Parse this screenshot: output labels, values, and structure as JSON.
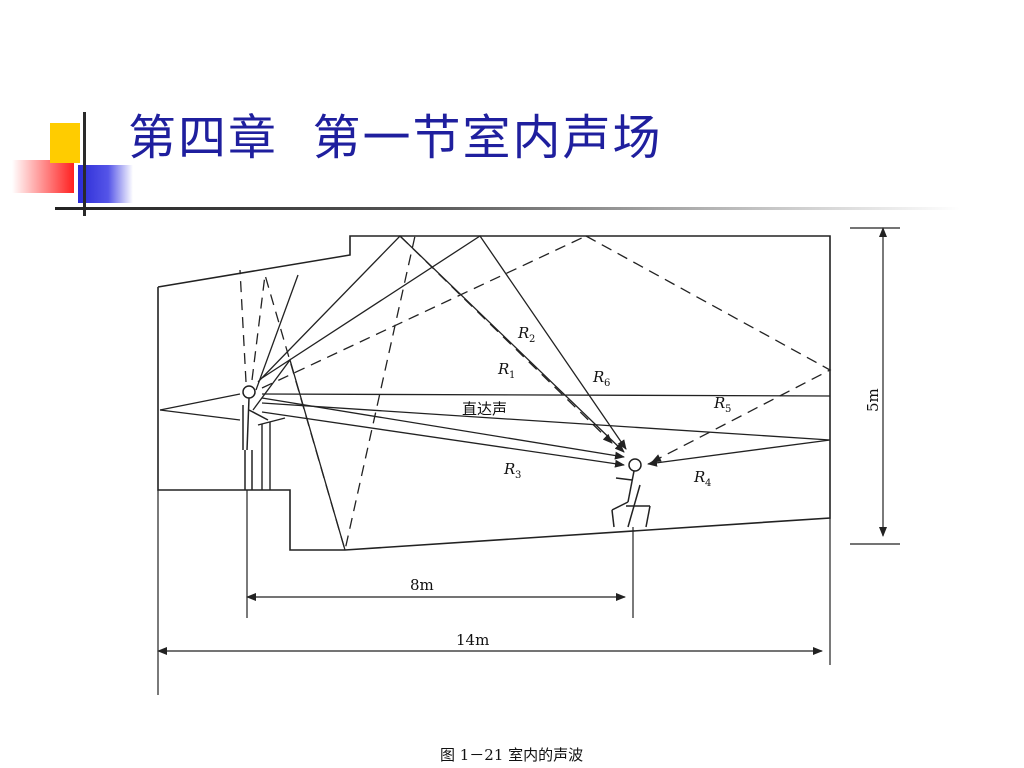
{
  "slide": {
    "title": "第四章  第一节室内声场"
  },
  "diagram": {
    "labels": {
      "direct": "直达声",
      "r1": "R",
      "r1_sub": "1",
      "r2": "R",
      "r2_sub": "2",
      "r3": "R",
      "r3_sub": "3",
      "r4": "R",
      "r4_sub": "4",
      "r5": "R",
      "r5_sub": "5",
      "r6": "R",
      "r6_sub": "6"
    },
    "dimensions": {
      "height": "5m",
      "inner": "8m",
      "total": "14m"
    },
    "caption": "图 1－21   室内的声波"
  }
}
